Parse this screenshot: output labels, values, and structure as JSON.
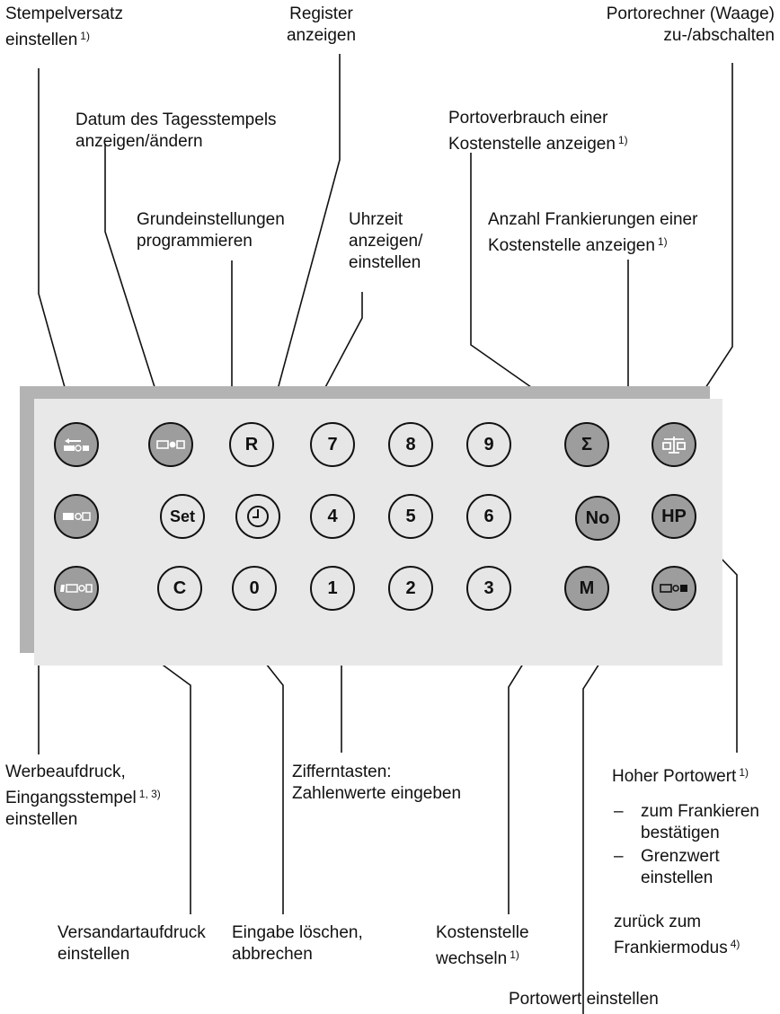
{
  "labels": {
    "stempelversatz": [
      "Stempelversatz",
      "einstellen"
    ],
    "stempelversatz_fn": "1)",
    "datum": [
      "Datum des Tagesstempels",
      "anzeigen/ändern"
    ],
    "register": [
      "Register",
      "anzeigen"
    ],
    "grundeinstellungen": [
      "Grundeinstellungen",
      "programmieren"
    ],
    "uhrzeit": [
      "Uhrzeit",
      "anzeigen/",
      "einstellen"
    ],
    "portoverbrauch": [
      "Portoverbrauch einer",
      "Kostenstelle anzeigen"
    ],
    "portoverbrauch_fn": "1)",
    "anzahl": [
      "Anzahl Frankierungen einer",
      "Kostenstelle anzeigen"
    ],
    "anzahl_fn": "1)",
    "portorechner": [
      "Portorechner (Waage)",
      "zu-/abschalten"
    ],
    "werbeaufdruck": [
      "Werbeaufdruck,",
      "Eingangsstempel",
      "einstellen"
    ],
    "werbeaufdruck_fn": "1, 3)",
    "versandart": [
      "Versandartaufdruck",
      "einstellen"
    ],
    "eingabe": [
      "Eingabe löschen,",
      "abbrechen"
    ],
    "ziffern": [
      "Zifferntasten:",
      "Zahlenwerte eingeben"
    ],
    "kostenstelle": [
      "Kostenstelle",
      "wechseln"
    ],
    "kostenstelle_fn": "1)",
    "hoher": "Hoher Portowert",
    "hoher_fn": "1)",
    "hoher_items": [
      {
        "dash": "–",
        "lines": [
          "zum Frankieren",
          "bestätigen"
        ]
      },
      {
        "dash": "–",
        "lines": [
          "Grenzwert",
          "einstellen"
        ]
      }
    ],
    "zurueck": [
      "zurück zum",
      "Frankiermodus"
    ],
    "zurueck_fn": "4)",
    "portowert": "Portowert einstellen"
  },
  "keys": {
    "R": "R",
    "n7": "7",
    "n8": "8",
    "n9": "9",
    "sigma": "Σ",
    "set": "Set",
    "n4": "4",
    "n5": "5",
    "n6": "6",
    "no": "No",
    "hp": "HP",
    "c": "C",
    "n0": "0",
    "n1": "1",
    "n2": "2",
    "n3": "3",
    "m": "M"
  },
  "colors": {
    "panel": "#e8e8e8",
    "panel_shadow": "#b3b3b3",
    "key_dark": "#9d9d9d",
    "key_light": "#e6e6e6"
  }
}
